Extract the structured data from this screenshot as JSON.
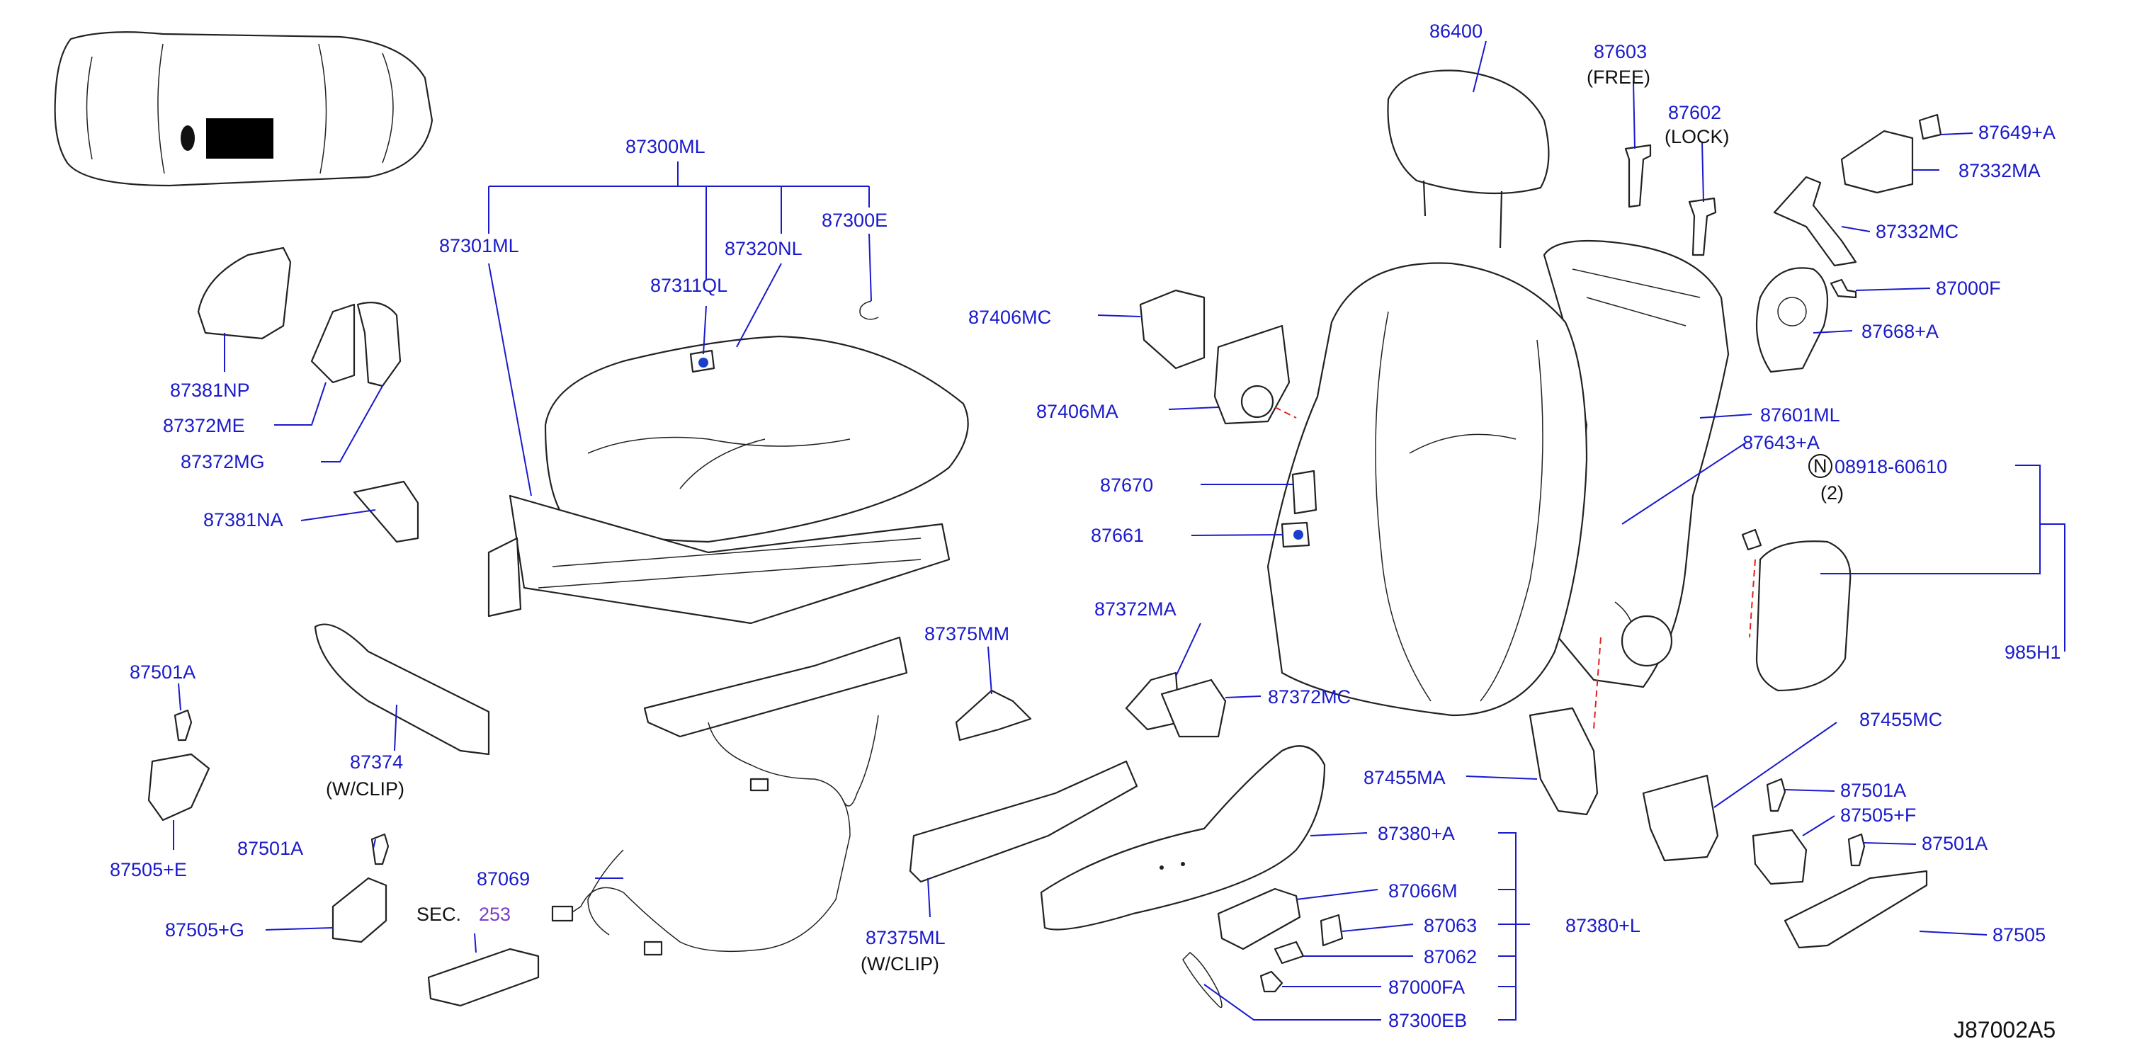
{
  "diagram_code": "J87002A5",
  "labels": {
    "p86400": "86400",
    "p87603": "87603",
    "free": "(FREE)",
    "p87602": "87602",
    "lock": "(LOCK)",
    "p87649A": "87649+A",
    "p87332MA": "87332MA",
    "p87332MC": "87332MC",
    "p87000F": "87000F",
    "p87668A": "87668+A",
    "p87601ML": "87601ML",
    "p87643A": "87643+A",
    "n_symbol": "N",
    "p08918": "08918-60610",
    "qty2": "(2)",
    "p985H1": "985H1",
    "p87455MC": "87455MC",
    "p87501A_r1": "87501A",
    "p87505F": "87505+F",
    "p87501A_r2": "87501A",
    "p87505": "87505",
    "p87300ML": "87300ML",
    "p87301ML": "87301ML",
    "p87320NL": "87320NL",
    "p87300E": "87300E",
    "p87311QL": "87311QL",
    "p87406MC": "87406MC",
    "p87406MA": "87406MA",
    "p87670": "87670",
    "p87661": "87661",
    "p87381NP": "87381NP",
    "p87372ME": "87372ME",
    "p87372MG": "87372MG",
    "p87381NA": "87381NA",
    "p87372MA": "87372MA",
    "p87372MC": "87372MC",
    "p87375MM": "87375MM",
    "p87455MA": "87455MA",
    "p87380A": "87380+A",
    "p87066M": "87066M",
    "p87063": "87063",
    "p87380L": "87380+L",
    "p87062": "87062",
    "p87000FA": "87000FA",
    "p87300EB": "87300EB",
    "p87501A_l1": "87501A",
    "p87374": "87374",
    "wclip1": "(W/CLIP)",
    "p87505E": "87505+E",
    "p87501A_l2": "87501A",
    "p87505G": "87505+G",
    "sec": "SEC.",
    "sec_num": "253",
    "p87069": "87069",
    "p87375ML": "87375ML",
    "wclip2": "(W/CLIP)"
  },
  "colors": {
    "label": "#1a1acc",
    "line": "#222222",
    "dashed_guide": "#e02020",
    "section_ref": "#7a3fc8"
  }
}
